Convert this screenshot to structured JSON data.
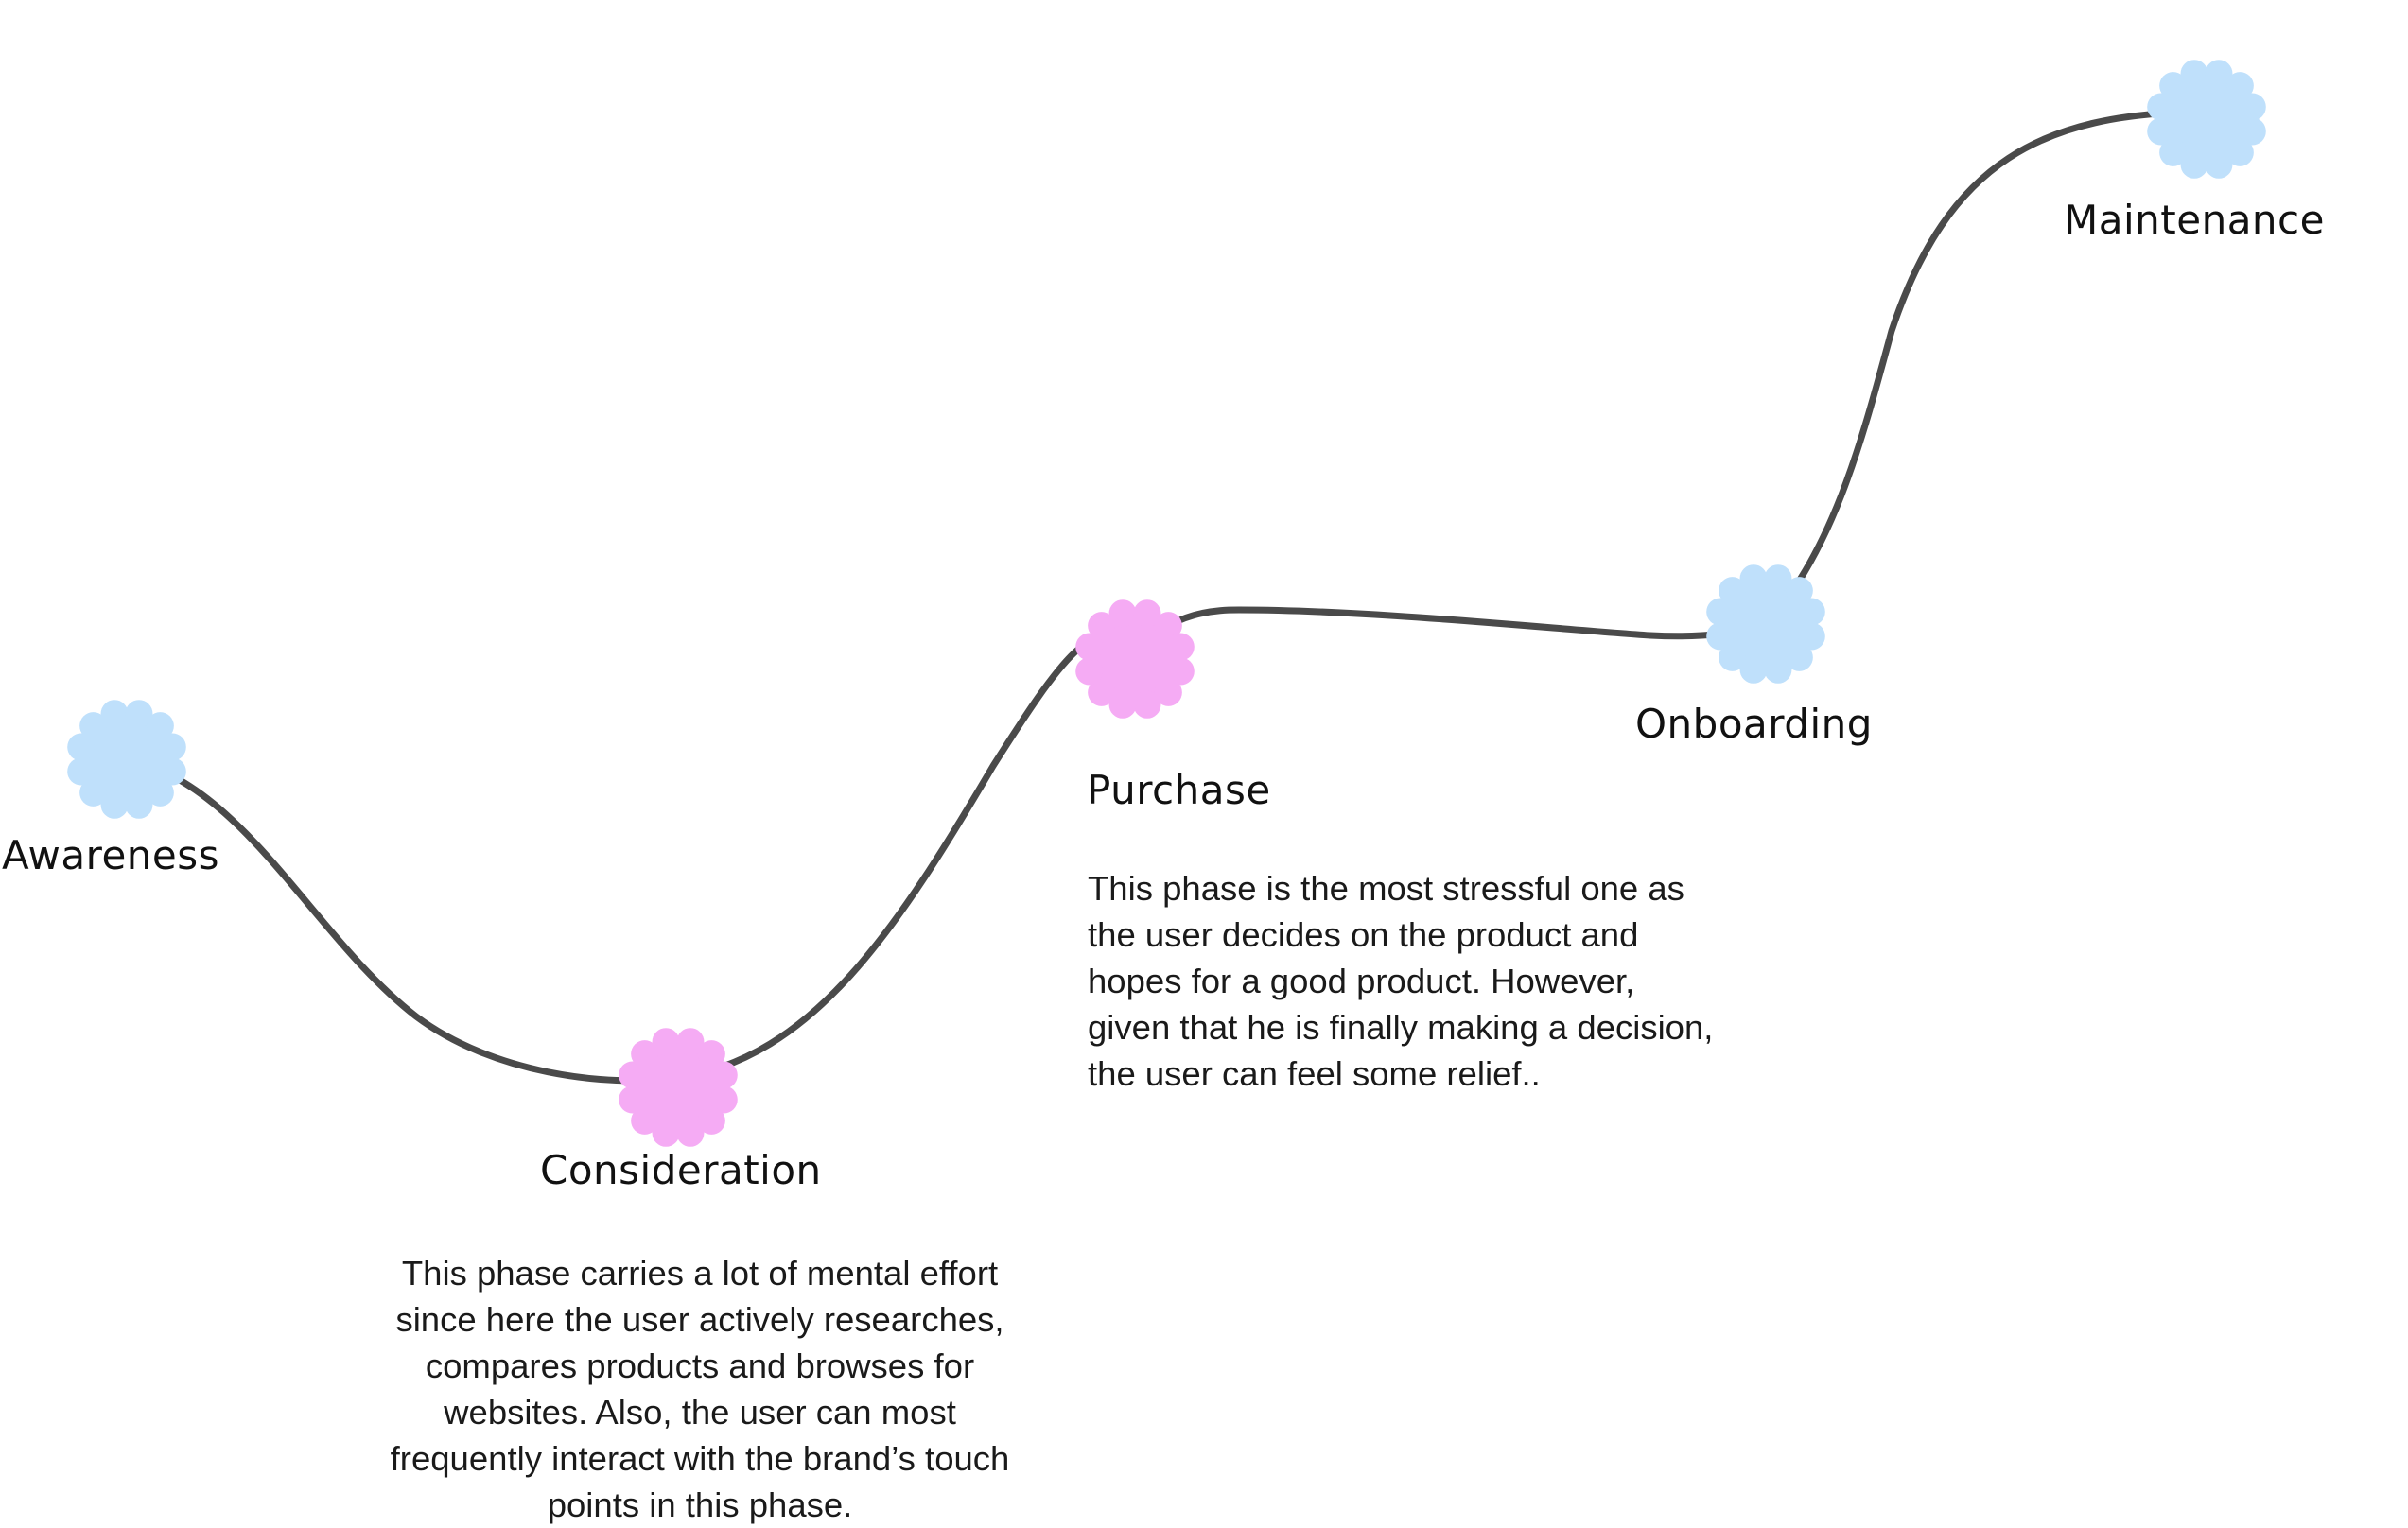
{
  "stages": [
    {
      "name": "Awareness",
      "color": "#bfe0fb",
      "description": []
    },
    {
      "name": "Consideration",
      "color": "#f5abf4",
      "description": [
        "This phase carries a lot of mental effort",
        "since here the user actively researches,",
        "compares products and browses for",
        "websites. Also, the user can most",
        "frequently interact with the brand’s touch",
        "points in this phase."
      ]
    },
    {
      "name": "Purchase",
      "color": "#f5abf4",
      "description": [
        "This phase is the most stressful one as",
        "the user decides on the product and",
        "hopes for a good product. However,",
        "given that he is finally making a decision,",
        "the user can feel some relief.."
      ]
    },
    {
      "name": "Onboarding",
      "color": "#bfe0fb",
      "description": []
    },
    {
      "name": "Maintenance",
      "color": "#bfe0fb",
      "description": []
    }
  ],
  "colors": {
    "path": "#4a4a4a",
    "calm": "#bfe0fb",
    "stressful": "#f5abf4"
  },
  "icons": {
    "stage_marker": "flower-badge-icon"
  }
}
